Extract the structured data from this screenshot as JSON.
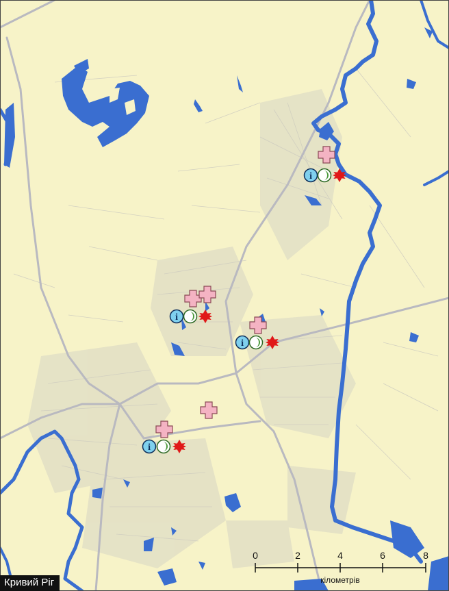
{
  "map": {
    "city_label": "Кривий Ріг",
    "colors": {
      "land": "#f7f3c8",
      "water": "#3a6ed0",
      "roads": "#c9c9cf",
      "major_roads": "#b3b3bb",
      "clinic_cross": "#f4b3c3",
      "info_icon": "#7fd0ee",
      "moon_icon": "#4c9a3c",
      "star_icon": "#e01818"
    },
    "legend_icons": [
      "pink-cross-icon",
      "info-circle-icon",
      "crescent-moon-icon",
      "red-star-icon"
    ],
    "scale_bar": {
      "ticks": [
        "0",
        "2",
        "4",
        "6",
        "8"
      ],
      "unit": "кілометрів"
    }
  }
}
